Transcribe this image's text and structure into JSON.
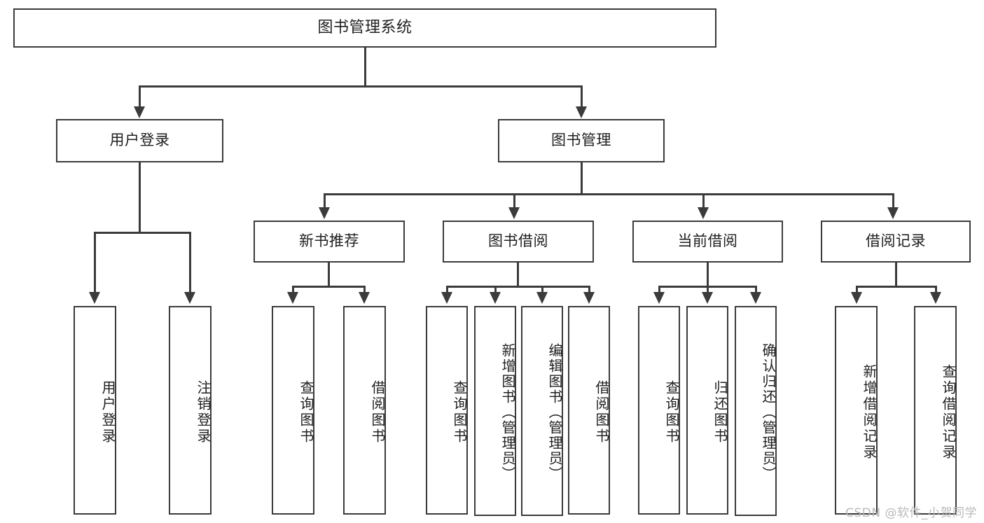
{
  "diagram": {
    "title": "图书管理系统",
    "watermark": "CSDN @软件_小贺同学",
    "levels": {
      "root": {
        "label": "图书管理系统"
      },
      "level2": [
        {
          "label": "用户登录"
        },
        {
          "label": "图书管理"
        }
      ],
      "level3": [
        {
          "label": "新书推荐"
        },
        {
          "label": "图书借阅"
        },
        {
          "label": "当前借阅"
        },
        {
          "label": "借阅记录"
        }
      ],
      "leaves": {
        "user_login": [
          {
            "label": "用户登录"
          },
          {
            "label": "注销登录"
          }
        ],
        "new_book_recommend": [
          {
            "label": "查询图书"
          },
          {
            "label": "借阅图书"
          }
        ],
        "book_borrow": [
          {
            "label": "查询图书"
          },
          {
            "label": "新增图书（管理员）"
          },
          {
            "label": "编辑图书（管理员）"
          },
          {
            "label": "借阅图书"
          }
        ],
        "current_borrow": [
          {
            "label": "查询图书"
          },
          {
            "label": "归还图书"
          },
          {
            "label": "确认归还（管理员）"
          }
        ],
        "borrow_record": [
          {
            "label": "新增借阅记录"
          },
          {
            "label": "查询借阅记录"
          }
        ]
      }
    },
    "colors": {
      "stroke": "#3b3b3b",
      "fill": "#ffffff",
      "text": "#1f1f1f",
      "watermark": "#b9b9b9"
    }
  }
}
